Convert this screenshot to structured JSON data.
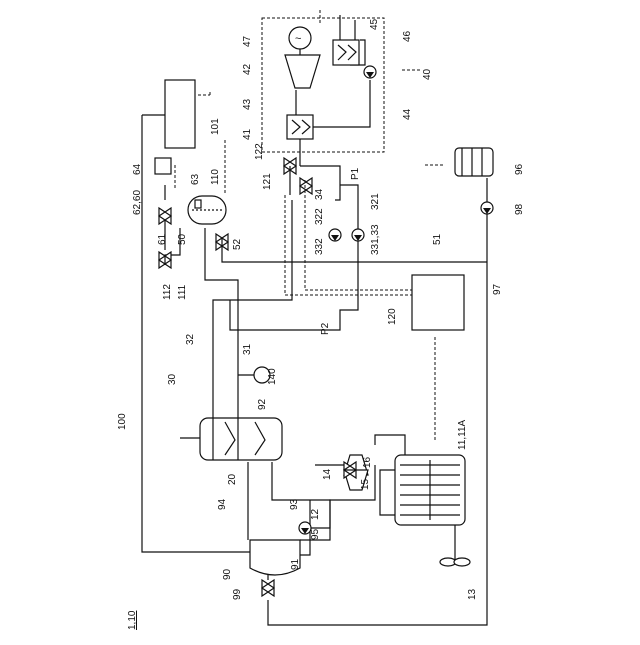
{
  "figure": {
    "label": "1,10"
  },
  "callouts": {
    "c_13": "13",
    "c_11": "11,11A",
    "c_14": "14",
    "c_15": "15",
    "c_16": "16",
    "c_12": "12",
    "c_95": "95",
    "c_93": "93",
    "c_91": "91",
    "c_90": "90",
    "c_99": "99",
    "c_94": "94",
    "c_20": "20",
    "c_92": "92",
    "c_100": "100",
    "c_30": "30",
    "c_32": "32",
    "c_31": "31",
    "c_140": "140",
    "c_120": "120",
    "c_P2": "P2",
    "c_97": "97",
    "c_51": "51",
    "c_332": "332",
    "c_322": "322",
    "c_331": "331,33",
    "c_321": "321",
    "c_34": "34",
    "c_P1": "P1",
    "c_121": "121",
    "c_122": "122",
    "c_110": "110",
    "c_63": "63",
    "c_64": "64",
    "c_6260": "62,60",
    "c_61": "61",
    "c_50": "50",
    "c_52": "52",
    "c_112": "112",
    "c_111": "111",
    "c_101": "101",
    "c_41": "41",
    "c_43": "43",
    "c_42": "42",
    "c_47": "47",
    "c_45": "45",
    "c_46": "46",
    "c_40": "40",
    "c_44": "44",
    "c_96": "96",
    "c_98": "98"
  }
}
